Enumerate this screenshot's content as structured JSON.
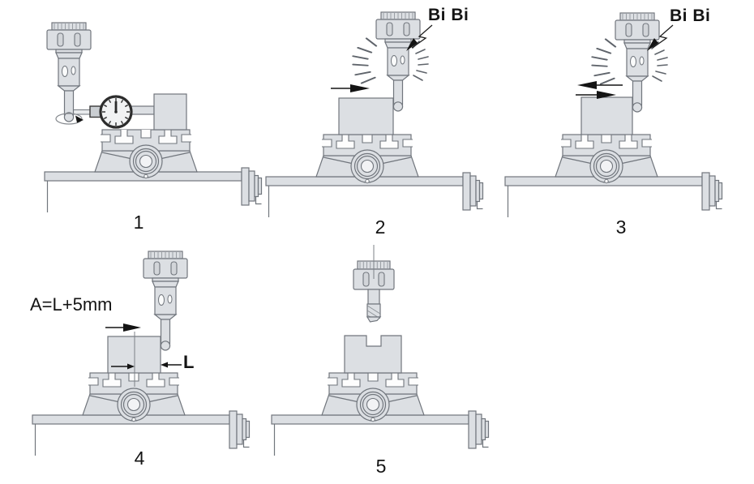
{
  "diagram": {
    "description": "five-step machining setup sequence",
    "background_color": "#ffffff",
    "line_color": "#71767d",
    "fill_color": "#dcdfe3",
    "arrow_color": "#141414",
    "text_color": "#141414",
    "panels": [
      {
        "step": "1",
        "components": [
          "edge-finder-probe",
          "rotation-ellipse",
          "dial-indicator",
          "workpiece-block",
          "machine-table"
        ]
      },
      {
        "step": "2",
        "sound": "Bi Bi",
        "components": [
          "edge-finder-probe",
          "sound-waves",
          "right-arrow",
          "workpiece-block",
          "machine-table"
        ]
      },
      {
        "step": "3",
        "sound": "Bi Bi",
        "components": [
          "edge-finder-probe",
          "sound-waves",
          "left-arrow",
          "right-arrow",
          "workpiece-block",
          "machine-table"
        ]
      },
      {
        "step": "4",
        "formula": "A=L+5mm",
        "dimension": "L",
        "components": [
          "edge-finder-probe",
          "right-arrow",
          "centerline",
          "dimension-arrows",
          "workpiece-block",
          "machine-table"
        ]
      },
      {
        "step": "5",
        "components": [
          "collet-chuck",
          "end-mill",
          "centerline",
          "slotted-workpiece-block",
          "machine-table"
        ]
      }
    ]
  }
}
